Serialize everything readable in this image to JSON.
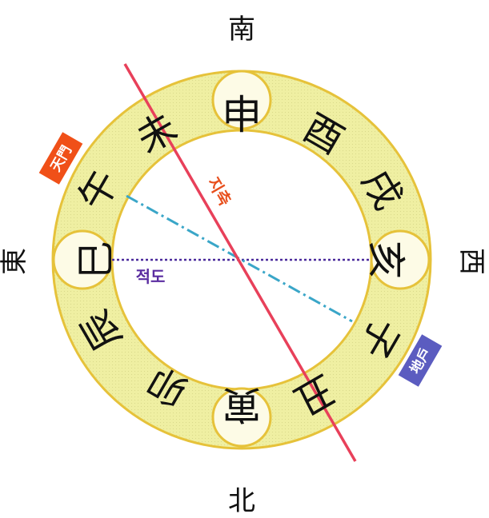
{
  "directions": {
    "south": "南",
    "north": "北",
    "east": "東",
    "west": "西"
  },
  "branches": {
    "shen": "申",
    "you": "酉",
    "xu": "戌",
    "hai": "亥",
    "zi": "子",
    "chou": "丑",
    "yin": "寅",
    "mao": "卯",
    "chen": "辰",
    "si": "巳",
    "wu": "午",
    "wei": "未"
  },
  "labels": {
    "axis": "지축",
    "equator": "적도",
    "heaven_gate": "天門",
    "earth_door": "地戶"
  },
  "colors": {
    "ring_fill": "#efefa2",
    "ring_stroke": "#e6c23a",
    "axis_line": "#e8405a",
    "equator_line": "#4b2a9c",
    "dash_line": "#3aa6c8",
    "axis_text": "#e8501e",
    "equator_text": "#5a2ca0",
    "heaven_gate_bg": "#f05018",
    "earth_door_bg": "#5b5cc0"
  }
}
